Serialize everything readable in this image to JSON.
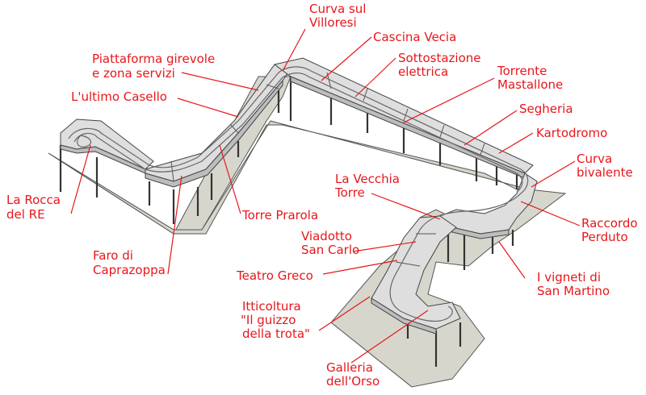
{
  "labels": [
    {
      "id": "curva-sul-villoresi",
      "lines": [
        "Curva sul",
        "Villoresi"
      ]
    },
    {
      "id": "cascina-vecia",
      "lines": [
        "Cascina Vecia"
      ]
    },
    {
      "id": "piattaforma-girevole",
      "lines": [
        "Piattaforma girevole",
        "e zona servizi"
      ]
    },
    {
      "id": "sottostazione-elettrica",
      "lines": [
        "Sottostazione",
        "elettrica"
      ]
    },
    {
      "id": "torrente-mastallone",
      "lines": [
        "Torrente",
        "Mastallone"
      ]
    },
    {
      "id": "ultimo-casello",
      "lines": [
        "L'ultimo Casello"
      ]
    },
    {
      "id": "segheria",
      "lines": [
        "Segheria"
      ]
    },
    {
      "id": "kartodromo",
      "lines": [
        "Kartodromo"
      ]
    },
    {
      "id": "curva-bivalente",
      "lines": [
        "Curva",
        "bivalente"
      ]
    },
    {
      "id": "la-vecchia-torre",
      "lines": [
        "La Vecchia",
        "Torre"
      ]
    },
    {
      "id": "la-rocca-del-re",
      "lines": [
        "La Rocca",
        "del RE"
      ]
    },
    {
      "id": "torre-prarola",
      "lines": [
        "Torre Prarola"
      ]
    },
    {
      "id": "raccordo-perduto",
      "lines": [
        "Raccordo",
        "Perduto"
      ]
    },
    {
      "id": "viadotto-san-carlo",
      "lines": [
        "Viadotto",
        "San Carlo"
      ]
    },
    {
      "id": "faro-di-caprazoppa",
      "lines": [
        "Faro di",
        "Caprazoppa"
      ]
    },
    {
      "id": "i-vigneti-di-san-martino",
      "lines": [
        "I vigneti di",
        "San Martino"
      ]
    },
    {
      "id": "teatro-greco",
      "lines": [
        "Teatro Greco"
      ]
    },
    {
      "id": "itticoltura",
      "lines": [
        "Itticoltura",
        "\"Il guizzo",
        "della trota\""
      ]
    },
    {
      "id": "galleria-dell-orso",
      "lines": [
        "Galleria",
        "dell'Orso"
      ]
    }
  ]
}
